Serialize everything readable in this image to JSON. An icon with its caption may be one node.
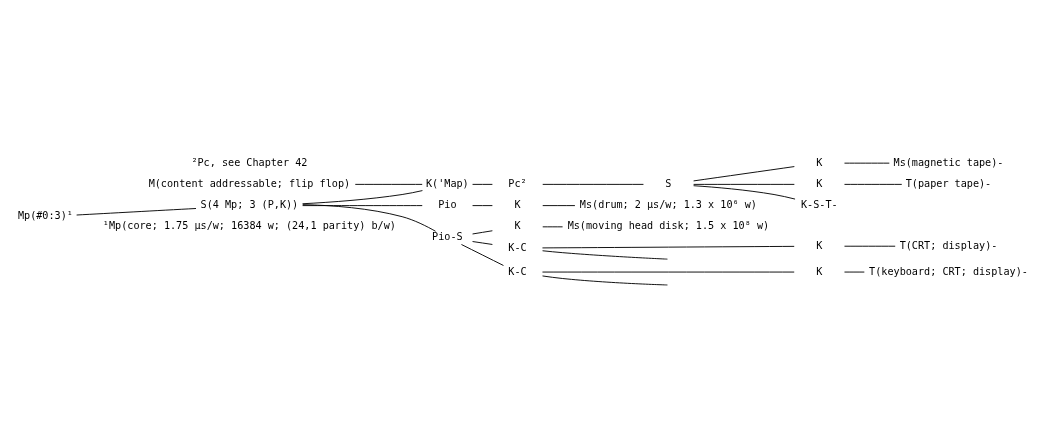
{
  "diagram": {
    "nodes": [
      {
        "text": [
          "M(content addressable; flip flop)"
        ]
      },
      {
        "text": [
          "Mp(#0:3)¹"
        ]
      },
      {
        "text": [
          "S(4 Mp; 3 (P,K))"
        ]
      },
      {
        "text": [
          "K('Map)"
        ]
      },
      {
        "text": [
          "Pc²"
        ]
      },
      {
        "text": [
          "S"
        ]
      },
      {
        "text": [
          "K"
        ]
      },
      {
        "text": [
          "Ms(magnetic tape)-"
        ]
      },
      {
        "text": [
          "K"
        ]
      },
      {
        "text": [
          "T(paper tape)-"
        ]
      },
      {
        "text": [
          "K-S-T-"
        ]
      },
      {
        "text": [
          "Pio"
        ]
      },
      {
        "text": [
          "K"
        ]
      },
      {
        "text": [
          "Ms(drum; 2 µs/w; 1.3 x 10⁶ w)"
        ]
      },
      {
        "text": [
          "Pio-S"
        ]
      },
      {
        "text": [
          "K"
        ]
      },
      {
        "text": [
          "Ms(moving head disk; 1.5 x 10⁸ w)"
        ]
      },
      {
        "text": [
          "K-C"
        ]
      },
      {
        "text": [
          "K"
        ]
      },
      {
        "text": [
          "T(CRT; display)-"
        ]
      },
      {
        "text": [
          "K-C"
        ]
      },
      {
        "text": [
          "K"
        ]
      },
      {
        "text": [
          "T(keyboard; CRT; display)-"
        ]
      }
    ],
    "edges": [
      {
        "from": 1,
        "to": 2,
        "arrow": "none"
      },
      {
        "from": 0,
        "to": 3,
        "arrow": "none"
      },
      {
        "from": 2,
        "to": 3,
        "arrow": "none"
      },
      {
        "from": 2,
        "to": 11,
        "arrow": "none"
      },
      {
        "from": 2,
        "to": 14,
        "arrow": "none"
      },
      {
        "from": 3,
        "to": 4,
        "arrow": "none"
      },
      {
        "from": 4,
        "to": 5,
        "arrow": "none"
      },
      {
        "from": 5,
        "to": 6,
        "arrow": "none"
      },
      {
        "from": 6,
        "to": 7,
        "arrow": "none"
      },
      {
        "from": 5,
        "to": 8,
        "arrow": "none"
      },
      {
        "from": 8,
        "to": 9,
        "arrow": "none"
      },
      {
        "from": 5,
        "to": 10,
        "arrow": "none"
      },
      {
        "from": 11,
        "to": 12,
        "arrow": "none"
      },
      {
        "from": 12,
        "to": 13,
        "arrow": "none"
      },
      {
        "from": 14,
        "to": 15,
        "arrow": "none"
      },
      {
        "from": 15,
        "to": 16,
        "arrow": "none"
      },
      {
        "from": 14,
        "to": 17,
        "arrow": "none"
      },
      {
        "from": 14,
        "to": 20,
        "arrow": "none"
      },
      {
        "from": 17,
        "to": 18,
        "arrow": "none"
      },
      {
        "from": 18,
        "to": 19,
        "arrow": "none"
      },
      {
        "from": 17,
        "to": null,
        "arrow": "none"
      },
      {
        "from": 20,
        "to": 21,
        "arrow": "none"
      },
      {
        "from": 21,
        "to": 22,
        "arrow": "none"
      },
      {
        "from": 20,
        "to": null,
        "arrow": "none"
      }
    ],
    "labels": [
      "¹Mp(core; 1.75 µs/w; 16384 w; (24,1 parity) b/w)",
      "²Pc, see Chapter 42"
    ]
  }
}
